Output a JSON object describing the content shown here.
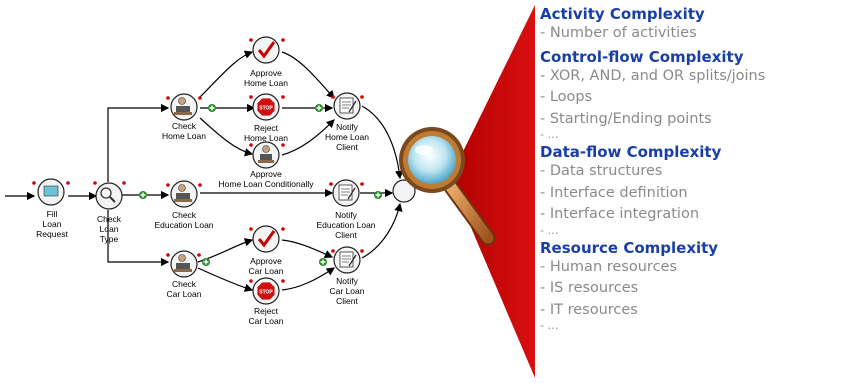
{
  "diagram": {
    "nodes": {
      "fill_loan_request": [
        "Fill",
        "Loan",
        "Request"
      ],
      "check_loan_type": [
        "Check",
        "Loan",
        "Type"
      ],
      "check_home_loan": [
        "Check",
        "Home Loan"
      ],
      "approve_home_loan": [
        "Approve",
        "Home Loan"
      ],
      "reject_home_loan": [
        "Reject",
        "Home Loan"
      ],
      "approve_home_loan_cond": [
        "Approve",
        "Home Loan Conditionally"
      ],
      "notify_home_loan_client": [
        "Notify",
        "Home Loan",
        "Client"
      ],
      "check_education_loan": [
        "Check",
        "Education Loan"
      ],
      "notify_education_loan_client": [
        "Notify",
        "Education Loan",
        "Client"
      ],
      "check_car_loan": [
        "Check",
        "Car Loan"
      ],
      "approve_car_loan": [
        "Approve",
        "Car Loan"
      ],
      "reject_car_loan": [
        "Reject",
        "Car Loan"
      ],
      "notify_car_loan_client": [
        "Notify",
        "Car Loan",
        "Client"
      ]
    },
    "stop_sign_text": "STOP"
  },
  "complexity": [
    {
      "title": "Activity Complexity",
      "items": [
        "- Number of activities"
      ],
      "ellipsis": ""
    },
    {
      "title": "Control-flow Complexity",
      "items": [
        "- XOR, AND, and OR splits/joins",
        "- Loops",
        "- Starting/Ending points"
      ],
      "ellipsis": "- …"
    },
    {
      "title": "Data-flow Complexity",
      "items": [
        "- Data structures",
        "- Interface definition",
        "- Interface integration"
      ],
      "ellipsis": "- …"
    },
    {
      "title": "Resource Complexity",
      "items": [
        "- Human resources",
        "- IS resources",
        "- IT resources"
      ],
      "ellipsis": "- …"
    }
  ],
  "colors": {
    "title_blue": "#1a3fa6",
    "item_gray": "#8a8a8a",
    "cone_red": "#cc0000",
    "flow_dot": "#d40000",
    "and_gateway": "#2a8a2a"
  }
}
